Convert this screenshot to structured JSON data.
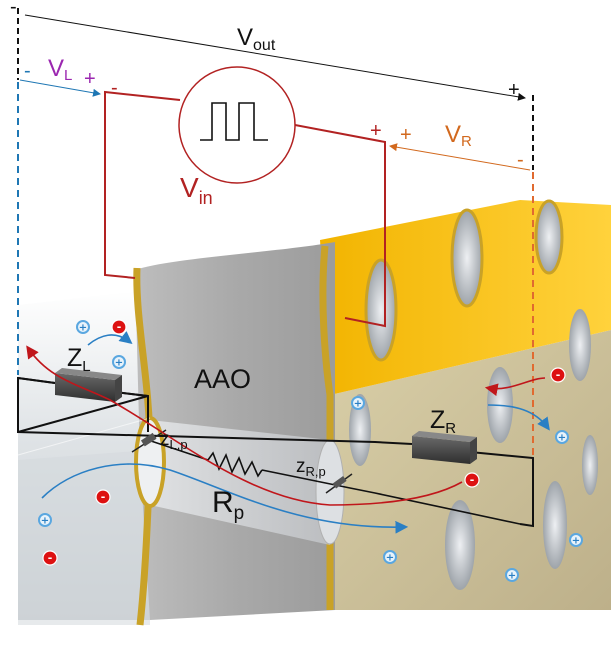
{
  "labels": {
    "v_out": "V",
    "v_out_sub": "out",
    "v_l": "V",
    "v_l_sub": "L",
    "v_r": "V",
    "v_r_sub": "R",
    "v_in": "V",
    "v_in_sub": "in",
    "aao": "AAO",
    "z_l": "Z",
    "z_l_sub": "L",
    "z_r": "Z",
    "z_r_sub": "R",
    "z_lp": "z",
    "z_lp_sub": "L,p",
    "z_rp": "z",
    "z_rp_sub": "R,p",
    "r_p": "R",
    "r_p_sub": "p"
  },
  "polarity": {
    "plus": "+",
    "minus": "-"
  },
  "ions": {
    "cation_symbol": "+",
    "anion_symbol": "-"
  },
  "colors": {
    "v_out": "#111111",
    "v_l": "#9b27b0",
    "v_l_arrow": "#1f77b4",
    "v_r": "#d2691e",
    "v_in": "#b22222",
    "gold": "#c9a227",
    "membrane": "#a8a8a8",
    "right_block": "#cfc4a0",
    "anion": "#dd1111",
    "cation": "#5aa7e0"
  }
}
